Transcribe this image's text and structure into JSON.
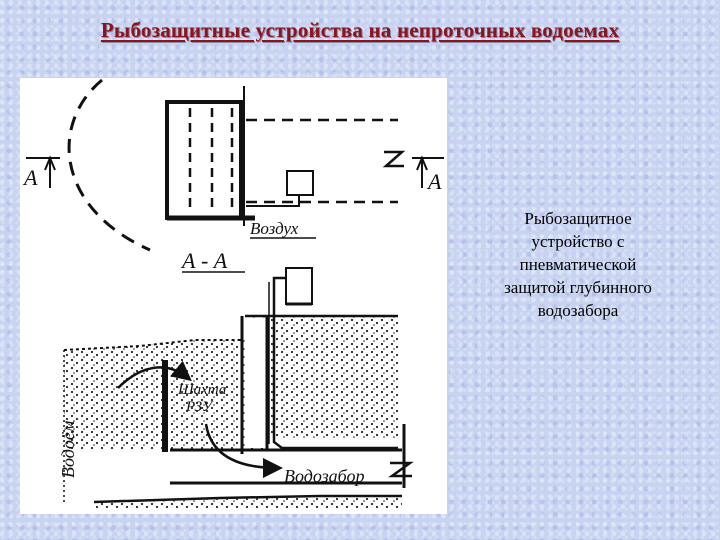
{
  "slide": {
    "title": "Рыбозащитные устройства на непроточных водоемах"
  },
  "diagram": {
    "labels": {
      "section_left": "А",
      "section_right": "А",
      "air": "Воздух",
      "section_title": "А - А",
      "shaft_line1": "Шахта",
      "shaft_line2": "РЗУ",
      "reservoir": "Водоём",
      "intake": "Водозабор"
    }
  },
  "caption": {
    "lines": [
      "Рыбозащитное",
      "устройство с",
      "пневматической",
      "защитой глубинного",
      "водозабора"
    ]
  },
  "colors": {
    "title": "#8b1420",
    "background": "#c7d3f0",
    "ink": "#111111"
  }
}
